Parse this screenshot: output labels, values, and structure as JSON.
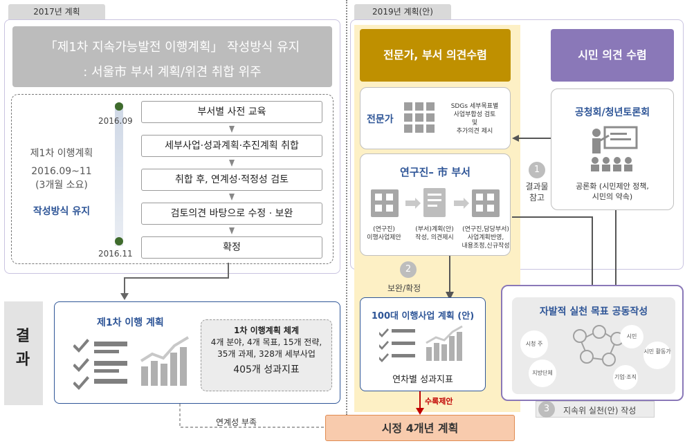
{
  "tabs": {
    "left": "2017년 계획",
    "right": "2019년 계획(안)"
  },
  "left": {
    "header_line1": "「제1차 지속가능발전 이행계획」 작성방식 유지",
    "header_line2": ": 서울市 부서 계획/위견 취합 위주",
    "side_title": "제1차 이행계획",
    "side_period": "2016.09~11",
    "side_duration": "(3개월 소요)",
    "side_method": "작성방식 유지",
    "date_start": "2016.09",
    "date_end": "2016.11",
    "steps": [
      "부서별 사전 교육",
      "세부사업·성과계획·추진계획 취합",
      "취합 후, 연계성·적정성 검토",
      "검토의견 바탕으로 수정 · 보완",
      "확정"
    ]
  },
  "result": {
    "label": "결과",
    "plan_title": "제1차 이행 계획",
    "sys_title": "1차 이행계획 체계",
    "sys_line1": "4개 분야, 4개 목표, 15개 전략,",
    "sys_line2": "35개 과제, 328개 세부사업",
    "sys_line3": "405개 성과지표",
    "link_note": "연계성 부족"
  },
  "right": {
    "expert_header": "전문가, 부서 의견수렴",
    "citizen_header": "시민 의견 수렴",
    "expert_label": "전문가",
    "expert_desc": [
      "SDGs 세부목표별",
      "사업부합성 검토",
      "및",
      "추가의견 제시"
    ],
    "dept_title": "연구진– 市 부서",
    "dept_items": [
      [
        "(연구진)",
        "이행사업제안"
      ],
      [
        "(부서)계획(안)",
        "작성, 의견제시"
      ],
      [
        "(연구진,담당부서)",
        "사업계획반영,",
        "내용조정,신규작성"
      ]
    ],
    "forum_title": "공청회/청년토론회",
    "forum_desc": [
      "공론화 (시민제안 정책,",
      "시민의 약속)"
    ],
    "step1_num": "1",
    "step1_text": [
      "결과물",
      "참고"
    ],
    "step2_num": "2",
    "step2_text": "보완/확정",
    "step3_num": "3",
    "step3_text": "지속위 실천(안) 작성",
    "plan100_title": "100대 이행사업 계획 (안)",
    "plan100_sub": "연차별 성과지표",
    "goal_title": "자발적 실천 목표 공동작성",
    "goal_bubbles": [
      "시청 주",
      "시민",
      "시민 활동가",
      "지방단체",
      "기업·조직"
    ],
    "submit_label": "수록제안",
    "final_plan": "시정 4개년 계획"
  },
  "colors": {
    "gold": "#bf9000",
    "purple": "#8a78b8",
    "orange_fill": "#f8cbad",
    "orange_border": "#e08a4f",
    "highlight": "#fdf0c5",
    "navy": "#2e5597",
    "red": "#c00000"
  },
  "icons": [
    "checklist-icon",
    "bar-chart-icon",
    "people-network-icon",
    "presenter-icon",
    "document-icon",
    "grid-people-icon"
  ]
}
